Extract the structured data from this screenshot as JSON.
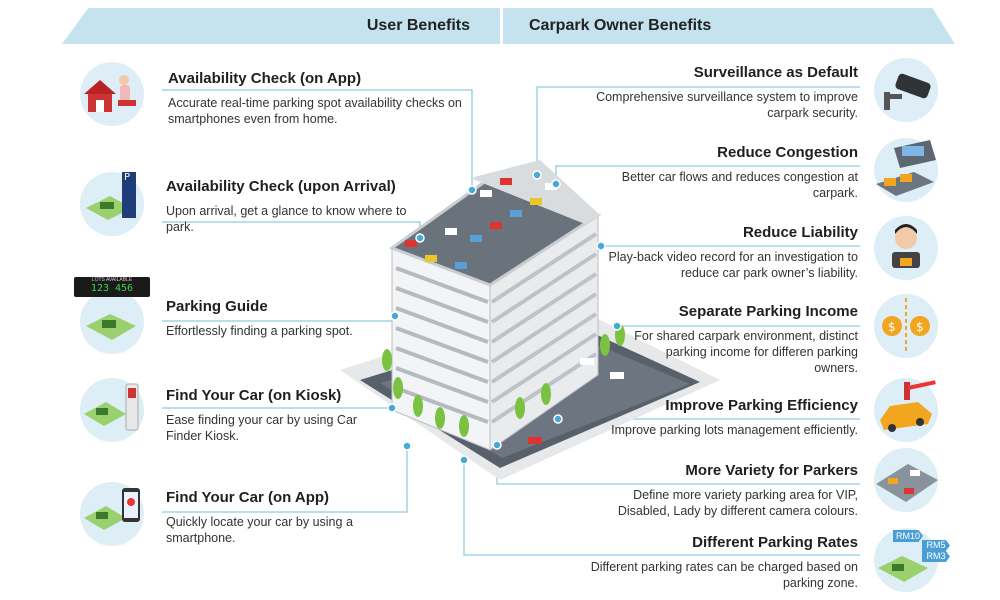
{
  "headers": {
    "user": "User Benefits",
    "owner": "Carpark Owner Benefits"
  },
  "user_benefits": [
    {
      "title": "Availability Check (on App)",
      "desc": "Accurate real-time parking spot availability checks on smartphones even from home."
    },
    {
      "title": "Availability Check (upon Arrival)",
      "desc": "Upon arrival, get a glance to know where to park."
    },
    {
      "title": "Parking Guide",
      "desc": "Effortlessly finding a parking spot."
    },
    {
      "title": "Find Your Car (on Kiosk)",
      "desc": "Ease finding your car by using Car Finder Kiosk."
    },
    {
      "title": "Find Your Car (on App)",
      "desc": "Quickly locate your car by using a smartphone."
    }
  ],
  "owner_benefits": [
    {
      "title": "Surveillance as Default",
      "desc": "Comprehensive surveillance system to improve carpark security."
    },
    {
      "title": "Reduce Congestion",
      "desc": "Better car flows and reduces congestion at carpark."
    },
    {
      "title": "Reduce Liability",
      "desc": "Play-back video record for an investigation to reduce car park owner’s liability."
    },
    {
      "title": "Separate Parking Income",
      "desc": "For shared carpark environment, distinct parking income for differen parking owners."
    },
    {
      "title": "Improve Parking Efficiency",
      "desc": "Improve parking lots management efficiently."
    },
    {
      "title": "More Variety for Parkers",
      "desc": "Define more variety parking area for VIP, Disabled, Lady by different camera colours."
    },
    {
      "title": "Different Parking Rates",
      "desc": "Different parking rates can be charged based on parking zone."
    }
  ],
  "sign_texts": {
    "lots_available": "LOTS AVAILABLE",
    "lots_numbers": "123 456",
    "rm10": "RM10",
    "rm5": "RM5",
    "rm3": "RM3"
  },
  "colors": {
    "banner": "#c4e3ef",
    "connector": "#8fcbe3",
    "dot": "#46a9d6",
    "icon_bg": "#ddeef6"
  }
}
